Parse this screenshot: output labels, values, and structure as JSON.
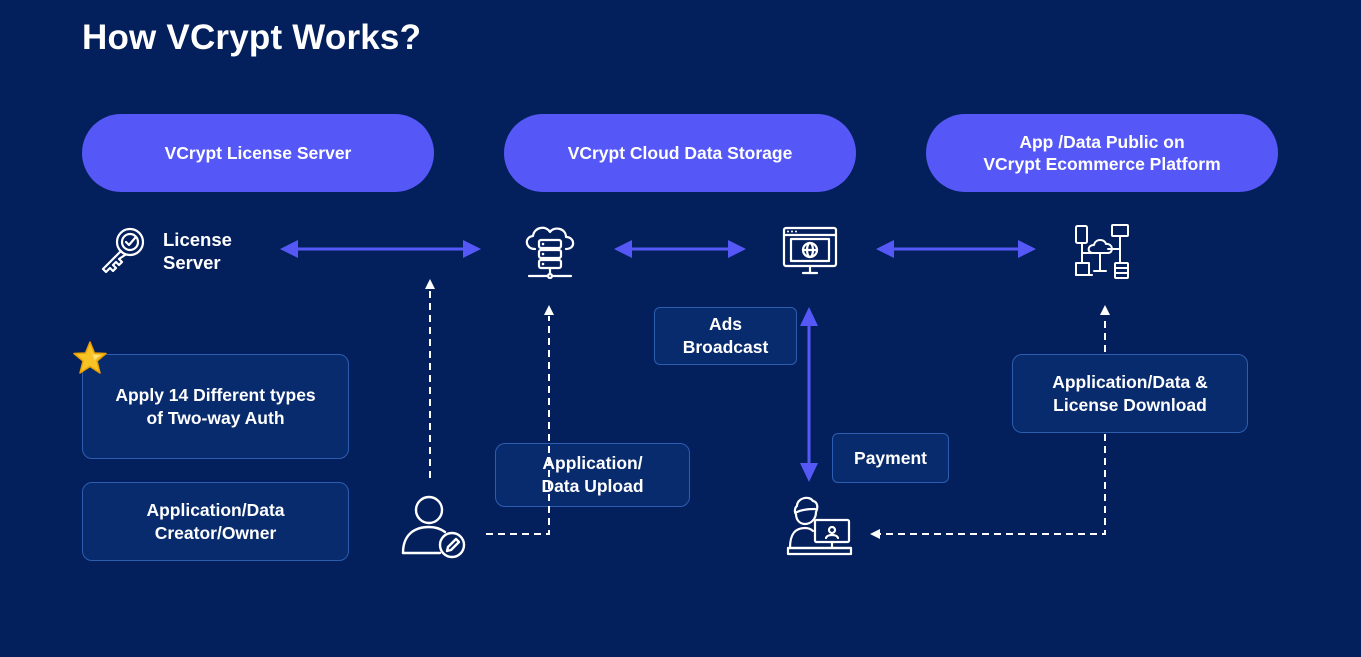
{
  "title": "How VCrypt Works?",
  "pills": {
    "license_server": "VCrypt License Server",
    "cloud_storage": "VCrypt Cloud Data Storage",
    "public_line1": "App /Data Public on",
    "public_line2": "VCrypt Ecommerce Platform"
  },
  "license_label": {
    "line1": "License",
    "line2": "Server"
  },
  "boxes": {
    "auth_line1": "Apply 14 Different types",
    "auth_line2": "of Two-way Auth",
    "creator_line1": "Application/Data",
    "creator_line2": "Creator/Owner",
    "upload_line1": "Application/",
    "upload_line2": "Data Upload",
    "ads_line1": "Ads",
    "ads_line2": "Broadcast",
    "payment": "Payment",
    "download_line1": "Application/Data &",
    "download_line2": "License Download"
  },
  "colors": {
    "background": "#03205d",
    "accent": "#5558f6",
    "box_fill": "#082b6e",
    "box_border": "#2c5db0"
  },
  "icons": [
    "key-icon",
    "cloud-server-icon",
    "web-monitor-icon",
    "network-devices-icon",
    "user-edit-icon",
    "person-computer-icon",
    "star-icon"
  ]
}
